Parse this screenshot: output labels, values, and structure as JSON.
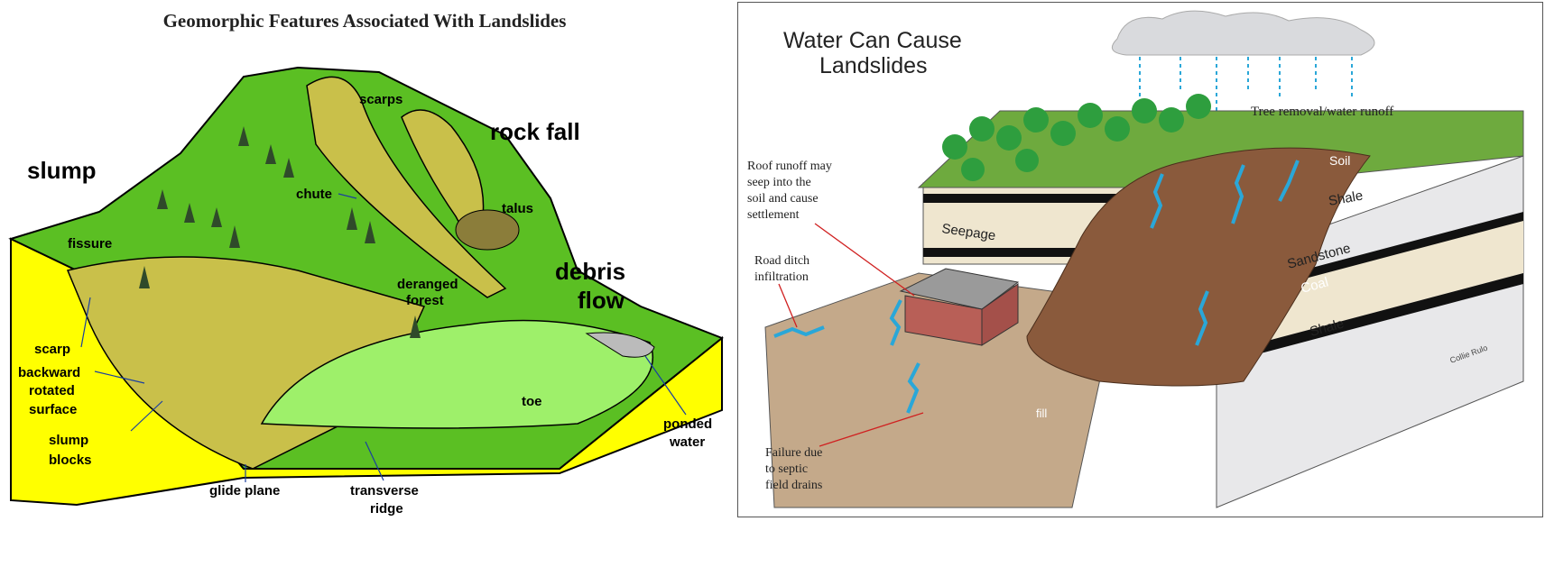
{
  "left_diagram": {
    "title": "Geomorphic Features Associated With Landslides",
    "labels": {
      "slump": "slump",
      "rock_fall": "rock fall",
      "debris": "debris",
      "flow": "flow",
      "scarps": "scarps",
      "chute": "chute",
      "talus": "talus",
      "fissure": "fissure",
      "deranged": "deranged",
      "forest": "forest",
      "scarp": "scarp",
      "backward": "backward",
      "rotated": "rotated",
      "surface": "surface",
      "slump1": "slump",
      "blocks": "blocks",
      "glide_plane": "glide plane",
      "transverse": "transverse",
      "ridge": "ridge",
      "toe": "toe",
      "ponded": "ponded",
      "water": "water"
    },
    "colors": {
      "hill": "#5bbf23",
      "slide": "#c9c04a",
      "flow": "#9ef06a",
      "base": "#ffff00"
    }
  },
  "right_diagram": {
    "title_line1": "Water Can Cause",
    "title_line2": "Landslides",
    "labels": {
      "tree_removal": "Tree removal/water runoff",
      "roof1": "Roof runoff may",
      "roof2": "seep into the",
      "roof3": "soil and cause",
      "roof4": "settlement",
      "road1": "Road ditch",
      "road2": "infiltration",
      "failure1": "Failure due",
      "failure2": "to septic",
      "failure3": "field drains",
      "seepage": "Seepage",
      "soil": "Soil",
      "shale_top": "Shale",
      "sandstone": "Sandstone",
      "coal": "Coal",
      "shale_bottom": "Shale",
      "fill": "fill"
    },
    "signature": "Collie Rulo",
    "colors": {
      "forest": "#2e9e3e",
      "slide": "#8a5a3c",
      "water": "#2aa7d8",
      "shale": "#e8e8ea",
      "sandstone": "#efe6cf"
    }
  }
}
